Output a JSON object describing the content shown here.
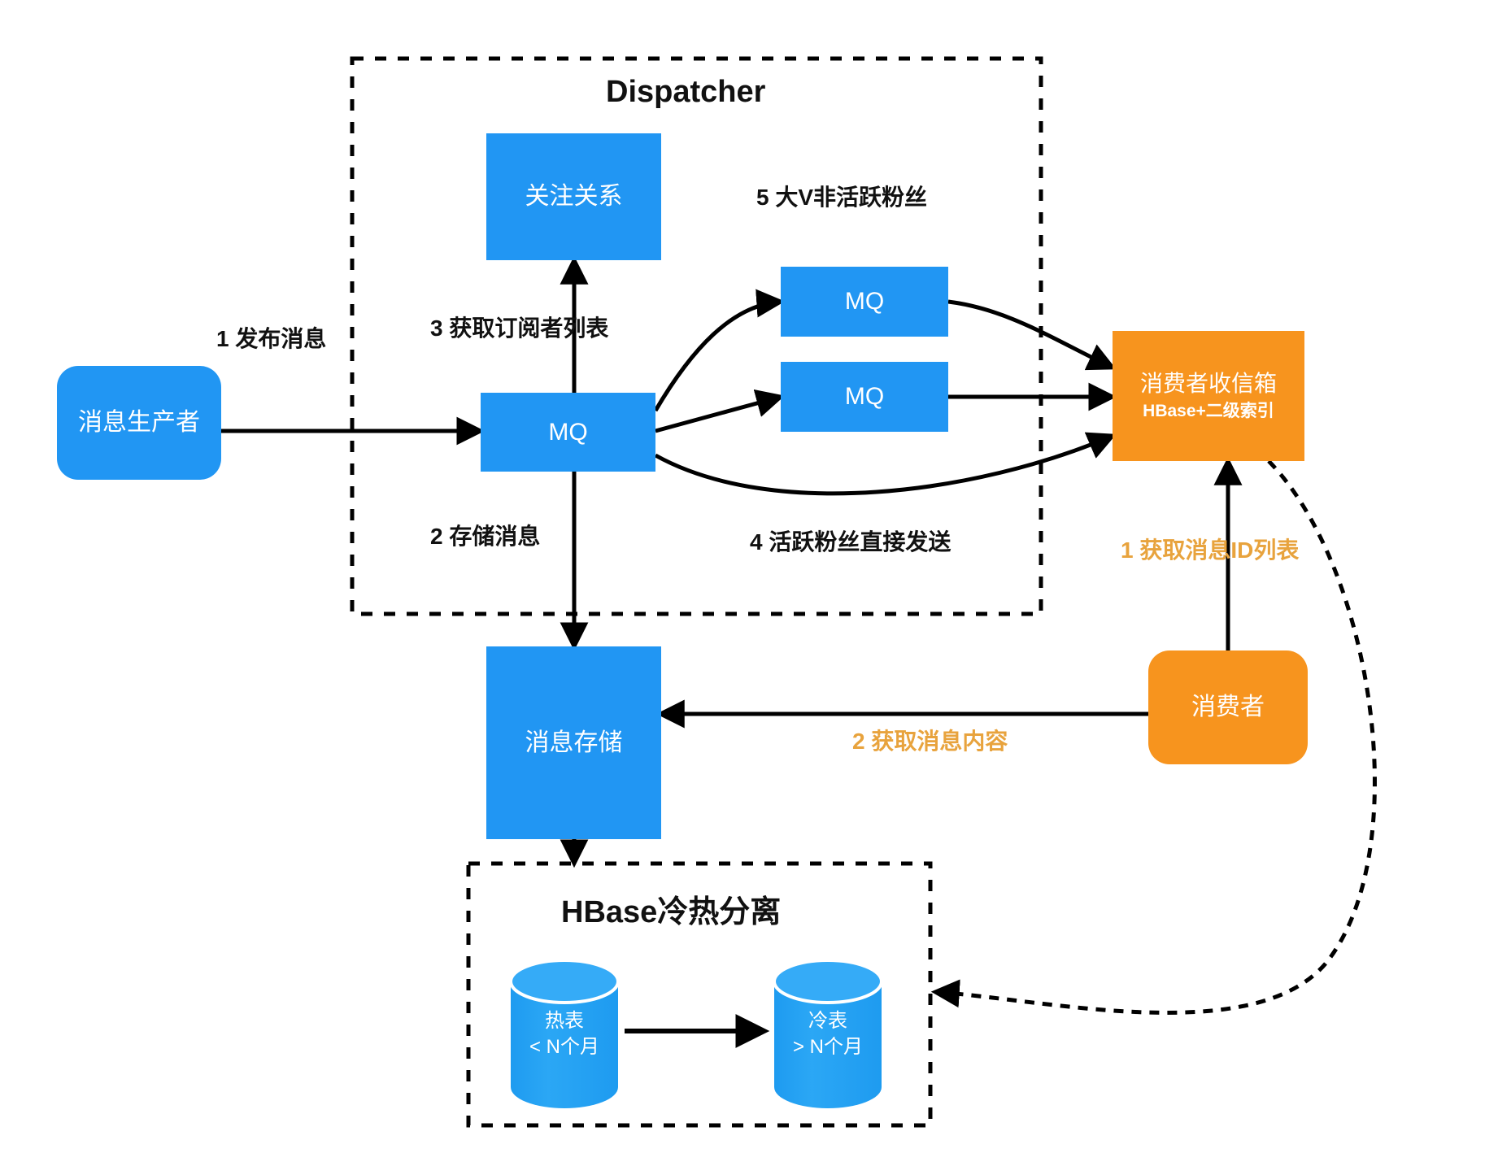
{
  "diagram": {
    "title": "Message Dispatch Architecture",
    "colors": {
      "blue": "#2196F3",
      "orange": "#F7941E",
      "orange_text": "#E8A33D",
      "line": "#000000",
      "background": "#FFFFFF"
    }
  },
  "groups": {
    "dispatcher": {
      "title": "Dispatcher"
    },
    "hbase": {
      "title": "HBase冷热分离"
    }
  },
  "nodes": {
    "producer": {
      "label": "消息生产者"
    },
    "follow_relation": {
      "label": "关注关系"
    },
    "mq_main": {
      "label": "MQ"
    },
    "mq_top": {
      "label": "MQ"
    },
    "mq_bottom": {
      "label": "MQ"
    },
    "inbox": {
      "label": "消费者收信箱",
      "sublabel": "HBase+二级索引"
    },
    "consumer": {
      "label": "消费者"
    },
    "message_store": {
      "label": "消息存储"
    },
    "hot_table": {
      "label": "热表",
      "range": "< N个月"
    },
    "cold_table": {
      "label": "冷表",
      "range": "> N个月"
    }
  },
  "edge_labels": {
    "publish": "1 发布消息",
    "get_subscribers": "3 获取订阅者列表",
    "store_message": "2 存储消息",
    "big_v_inactive": "5 大V非活跃粉丝",
    "active_direct": "4 活跃粉丝直接发送",
    "get_message_ids": "1 获取消息ID列表",
    "get_message_content": "2 获取消息内容"
  }
}
